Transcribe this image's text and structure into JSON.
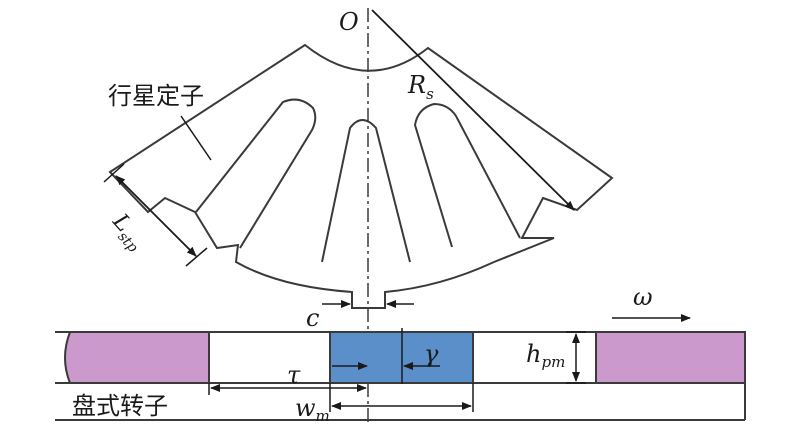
{
  "labels": {
    "origin": "O",
    "radius_main": "R",
    "radius_sub": "s",
    "stator": "行星定子",
    "rotor": "盘式转子",
    "tooth_len_main": "L",
    "tooth_len_sub": "stp",
    "gap": "c",
    "gamma": "γ",
    "tau": "τ",
    "magnet_width_main": "w",
    "magnet_width_sub": "m",
    "magnet_height_main": "h",
    "magnet_height_sub": "pm",
    "omega": "ω"
  },
  "colors": {
    "outline": "#3a3a3a",
    "pm_pink": "#cc99cc",
    "pm_blue": "#5b8fc9",
    "background": "#ffffff"
  }
}
